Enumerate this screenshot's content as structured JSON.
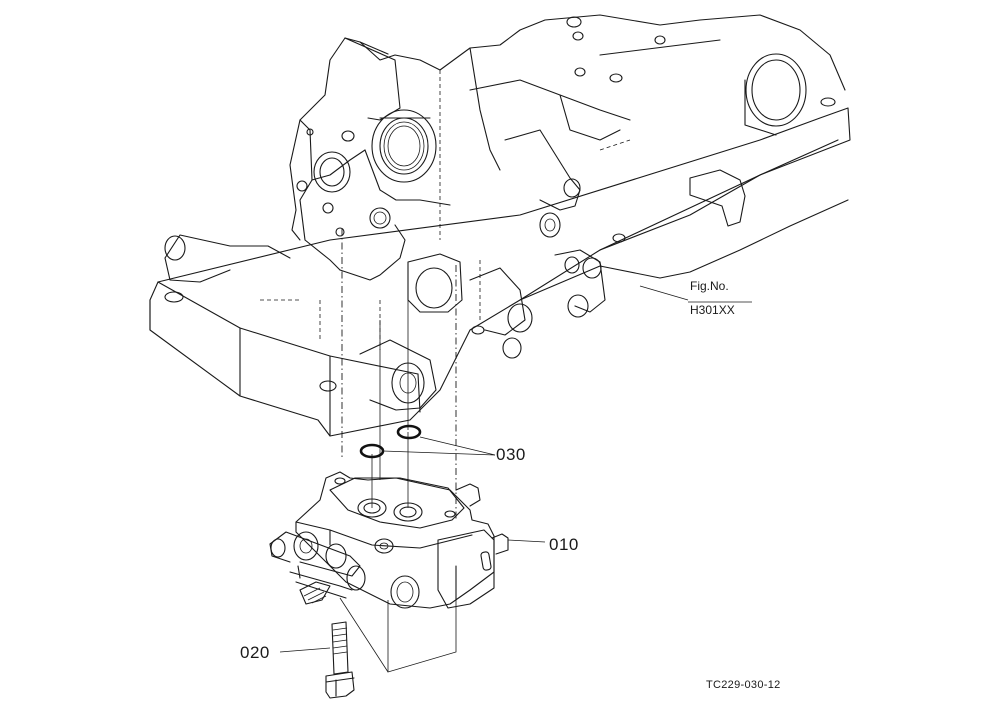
{
  "diagram": {
    "figure_ref": {
      "line1": "Fig.No.",
      "line2": "H301XX"
    },
    "callouts": {
      "oring": "030",
      "valve": "010",
      "bolt": "020"
    },
    "drawing_code": "TC229-030-12"
  }
}
